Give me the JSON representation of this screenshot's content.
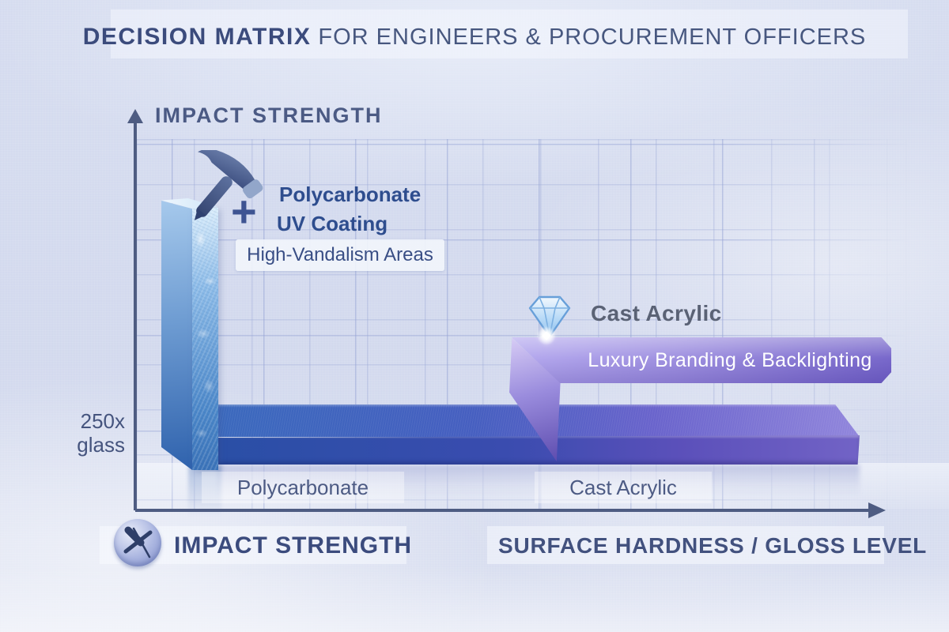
{
  "header": {
    "title_emphasis": "DECISION MATRIX",
    "title_rest": " FOR ENGINEERS & PROCUREMENT OFFICERS"
  },
  "y_axis": {
    "label_top": "IMPACT STRENGTH",
    "tick_line1": "250x",
    "tick_line2": "glass"
  },
  "x_axis": {
    "label": "SURFACE HARDNESS / GLOSS LEVEL"
  },
  "polycarbonate": {
    "icon": "hammer-icon",
    "plus": "+",
    "callout_line1": "Polycarbonate",
    "callout_line2": "UV Coating",
    "use_case": "High-Vandalism Areas",
    "bar_label": "Polycarbonate"
  },
  "cast_acrylic": {
    "icon": "diamond-icon",
    "heading": "Cast Acrylic",
    "banner": "Luxury Branding & Backlighting",
    "bar_label": "Cast Acrylic"
  },
  "legend": {
    "impact_icon": "hammer-sphere-icon",
    "impact_label": "IMPACT STRENGTH",
    "surface_label": "SURFACE HARDNESS / GLOSS LEVEL"
  },
  "colors": {
    "background": "#d8def0",
    "title_text": "#3b4b7c",
    "axis": "#4e5c82",
    "polycarbonate_blue": "#3a72b8",
    "floor_gradient_left": "#2a4fa6",
    "floor_gradient_right": "#9186dc",
    "banner_purple": "#998ade",
    "annotation_blue": "#2e4d8e",
    "heading_gray": "#5a6275",
    "banner_text": "#ffffff"
  },
  "chart_data": {
    "type": "scatter",
    "title": "DECISION MATRIX FOR ENGINEERS & PROCUREMENT OFFICERS",
    "xlabel": "SURFACE HARDNESS / GLOSS LEVEL",
    "ylabel": "IMPACT STRENGTH",
    "x_scale": "qualitative, low to high",
    "y_scale": "qualitative, low to high",
    "y_reference_tick": "250x glass",
    "grid": true,
    "legend_position": "bottom",
    "points": [
      {
        "label": "Polycarbonate",
        "impact_strength": "very high (250x glass)",
        "surface_hardness_gloss": "low",
        "annotation": "Polycarbonate + UV Coating",
        "recommended_use": "High-Vandalism Areas",
        "icon": "hammer",
        "bar_color": "#3a72b8"
      },
      {
        "label": "Cast Acrylic",
        "impact_strength": "low",
        "surface_hardness_gloss": "high",
        "annotation": "Cast Acrylic",
        "recommended_use": "Luxury Branding & Backlighting",
        "icon": "diamond",
        "bar_color": "#998ade"
      }
    ]
  }
}
